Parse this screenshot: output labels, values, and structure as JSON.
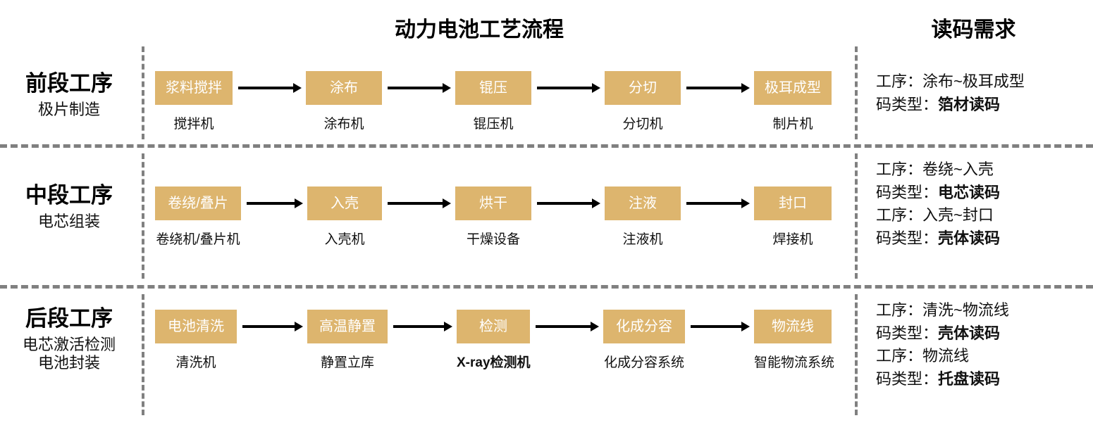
{
  "headers": {
    "flow_title": "动力电池工艺流程",
    "requirement_title": "读码需求"
  },
  "stages": [
    {
      "id": "front",
      "name": "前段工序",
      "sub": "极片制造",
      "steps": [
        {
          "box": "浆料搅拌",
          "caption": "搅拌机",
          "caption_bold": false
        },
        {
          "box": "涂布",
          "caption": "涂布机",
          "caption_bold": false
        },
        {
          "box": "锟压",
          "caption": "锟压机",
          "caption_bold": false
        },
        {
          "box": "分切",
          "caption": "分切机",
          "caption_bold": false
        },
        {
          "box": "极耳成型",
          "caption": "制片机",
          "caption_bold": false
        }
      ],
      "requirements": [
        {
          "process_label": "工序：",
          "process_value": "涂布~极耳成型",
          "code_label": "码类型：",
          "code_value": "箔材读码"
        }
      ]
    },
    {
      "id": "middle",
      "name": "中段工序",
      "sub": "电芯组装",
      "steps": [
        {
          "box": "卷绕/叠片",
          "caption": "卷绕机/叠片机",
          "caption_bold": false
        },
        {
          "box": "入壳",
          "caption": "入壳机",
          "caption_bold": false
        },
        {
          "box": "烘干",
          "caption": "干燥设备",
          "caption_bold": false
        },
        {
          "box": "注液",
          "caption": "注液机",
          "caption_bold": false
        },
        {
          "box": "封口",
          "caption": "焊接机",
          "caption_bold": false
        }
      ],
      "requirements": [
        {
          "process_label": "工序：",
          "process_value": "卷绕~入壳",
          "code_label": "码类型：",
          "code_value": "电芯读码"
        },
        {
          "process_label": "工序：",
          "process_value": "入壳~封口",
          "code_label": "码类型：",
          "code_value": "壳体读码"
        }
      ]
    },
    {
      "id": "back",
      "name": "后段工序",
      "sub": "电芯激活检测\n电池封装",
      "sub_line1": "电芯激活检测",
      "sub_line2": "电池封装",
      "steps": [
        {
          "box": "电池清洗",
          "caption": "清洗机",
          "caption_bold": false
        },
        {
          "box": "高温静置",
          "caption": "静置立库",
          "caption_bold": false
        },
        {
          "box": "检测",
          "caption": "X-ray检测机",
          "caption_bold": true
        },
        {
          "box": "化成分容",
          "caption": "化成分容系统",
          "caption_bold": false
        },
        {
          "box": "物流线",
          "caption": "智能物流系统",
          "caption_bold": false
        }
      ],
      "requirements": [
        {
          "process_label": "工序：",
          "process_value": "清洗~物流线",
          "code_label": "码类型：",
          "code_value": "壳体读码"
        },
        {
          "process_label": "工序：",
          "process_value": "物流线",
          "code_label": "码类型：",
          "code_value": "托盘读码"
        }
      ]
    }
  ],
  "colors": {
    "node_fill": "#DDB56E",
    "node_text": "#FFFFFF",
    "divider": "#808080",
    "arrow": "#000000",
    "text": "#111111"
  }
}
